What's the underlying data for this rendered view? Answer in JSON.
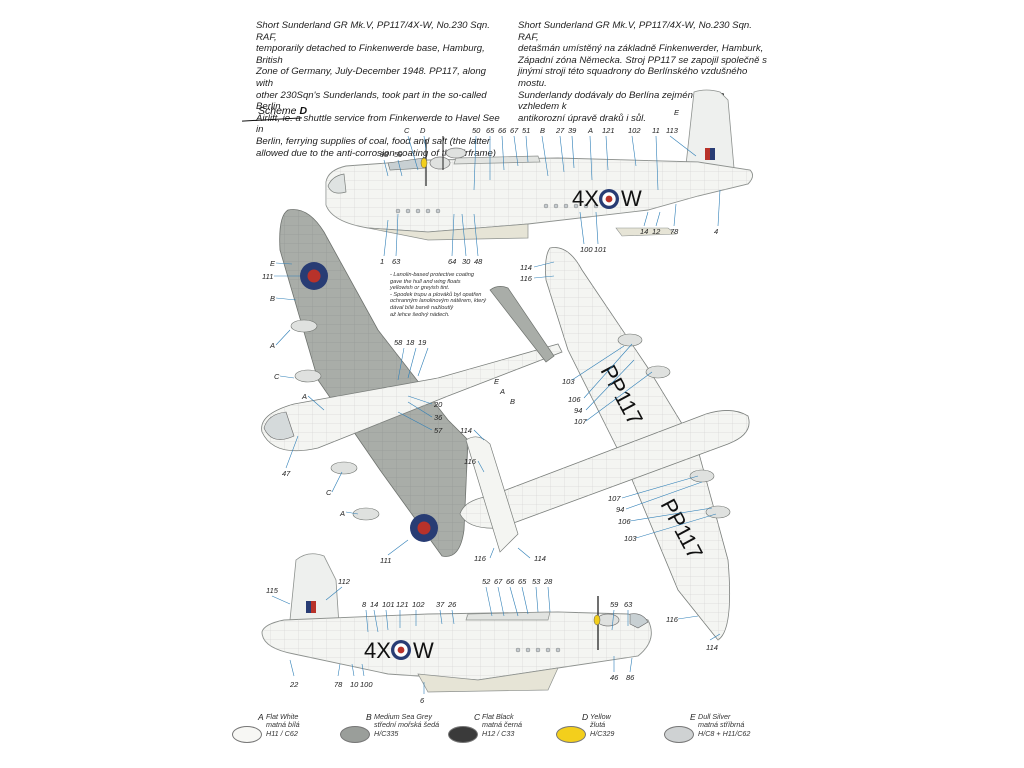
{
  "caption_en": [
    "Short Sunderland GR Mk.V, PP117/4X-W, No.230 Sqn. RAF,",
    "temporarily detached to Finkenwerde base, Hamburg, British",
    "Zone of Germany, July-December 1948. PP117, along with",
    "other 230Sqn's Sunderlands, took part in the so-called Berlin",
    "Airlift, ie. a shuttle service from Finkerwerde to Havel See in",
    "Berlin, ferrying supplies of coal, food and salt (the latter",
    "allowed due to the anti-corrosion coating of the airframe)"
  ],
  "caption_cz": [
    "Short Sunderland GR Mk.V, PP117/4X-W, No.230 Sqn. RAF,",
    "detašmán umístěný na základně Finkenwerder, Hamburk,",
    "Západní zóna Německa. Stroj PP117 se zapojil společně s",
    "jinými stroji této squadrony do Berlínského vzdušného mostu.",
    "Sunderlandy dodávaly do Berlína zejména uhlí a vzhledem k",
    "antikorozní úpravě draků i sůl."
  ],
  "scheme_prefix": "Scheme",
  "scheme_letter": "D",
  "note_lines": [
    "- Lanolin-based protective coating",
    "gave the hull and wing floats",
    "yellowish or greyish tint.",
    "- Spodek trupu a plováků byl opatřen",
    "ochranným lanolinovým nátěrem, který",
    "dával bílé barvě nažloutlý",
    "až lehce šedivý nádech."
  ],
  "codes": {
    "squadron": "4X",
    "aircraft": "W",
    "serial": "PP117"
  },
  "callouts_top": [
    "C",
    "D",
    "98",
    "59",
    "50",
    "65",
    "66",
    "67",
    "51",
    "B",
    "27",
    "39",
    "A",
    "121",
    "102",
    "11",
    "113",
    "E",
    "1",
    "63",
    "64",
    "30",
    "48",
    "100",
    "101",
    "14",
    "12",
    "78",
    "4"
  ],
  "callouts_bottom": [
    "115",
    "112",
    "8",
    "14",
    "101",
    "121",
    "102",
    "37",
    "26",
    "52",
    "67",
    "66",
    "65",
    "53",
    "28",
    "59",
    "63",
    "22",
    "78",
    "10",
    "100",
    "6",
    "46",
    "86",
    "116",
    "114"
  ],
  "callouts_left_wing": [
    "E",
    "111",
    "B",
    "A",
    "C",
    "58",
    "18",
    "19",
    "A",
    "20",
    "36",
    "57",
    "47",
    "C",
    "A",
    "111"
  ],
  "callouts_right_wing": [
    "114",
    "116",
    "103",
    "106",
    "94",
    "107",
    "114",
    "116",
    "107",
    "94",
    "106",
    "103",
    "116",
    "114",
    "116",
    "114",
    "E",
    "A",
    "B"
  ],
  "legend": [
    {
      "letter": "A",
      "lines": [
        "Flat White",
        "matná bílá",
        "H11 / C62"
      ],
      "color": "#f7f7f4"
    },
    {
      "letter": "B",
      "lines": [
        "Medium Sea Grey",
        "střední mořská šedá",
        "H/C335"
      ],
      "color": "#9a9e9a"
    },
    {
      "letter": "C",
      "lines": [
        "Flat Black",
        "matná černá",
        "H12 / C33"
      ],
      "color": "#3a3a3a"
    },
    {
      "letter": "D",
      "lines": [
        "Yellow",
        "žlutá",
        "H/C329"
      ],
      "color": "#f3cf1c"
    },
    {
      "letter": "E",
      "lines": [
        "Dull Silver",
        "matná stříbrná",
        "H/C8 + H11/C62"
      ],
      "color": "#cfd2d3"
    }
  ],
  "colors": {
    "callout": "#2f7fb7",
    "roundel_blue": "#283c74",
    "roundel_red": "#b8322a",
    "hull_white": "#f4f5f2",
    "sea_grey": "#a9ada8"
  }
}
